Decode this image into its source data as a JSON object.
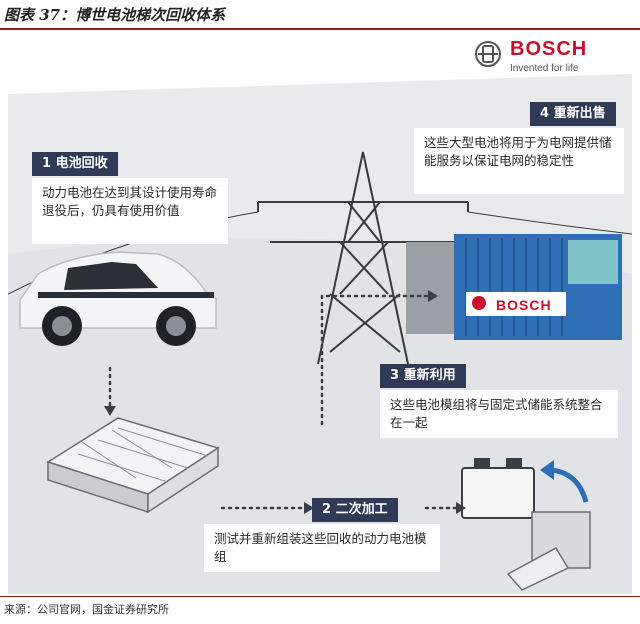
{
  "figure_title": "图表 37：博世电池梯次回收体系",
  "logo": {
    "brand": "BOSCH",
    "tagline": "Invented for life"
  },
  "steps": [
    {
      "label": "1  电池回收",
      "text": "动力电池在达到其设计使用寿命退役后，仍具有使用价值"
    },
    {
      "label": "2  二次加工",
      "text": "测试并重新组装这些回收的动力电池模组"
    },
    {
      "label": "3  重新利用",
      "text": "这些电池模组将与固定式储能系统整合在一起"
    },
    {
      "label": "4  重新出售",
      "text": "这些大型电池将用于为电网提供储能服务以保证电网的稳定性"
    }
  ],
  "container_brand": "BOSCH",
  "source": "来源：公司官网，国金证券研究所"
}
